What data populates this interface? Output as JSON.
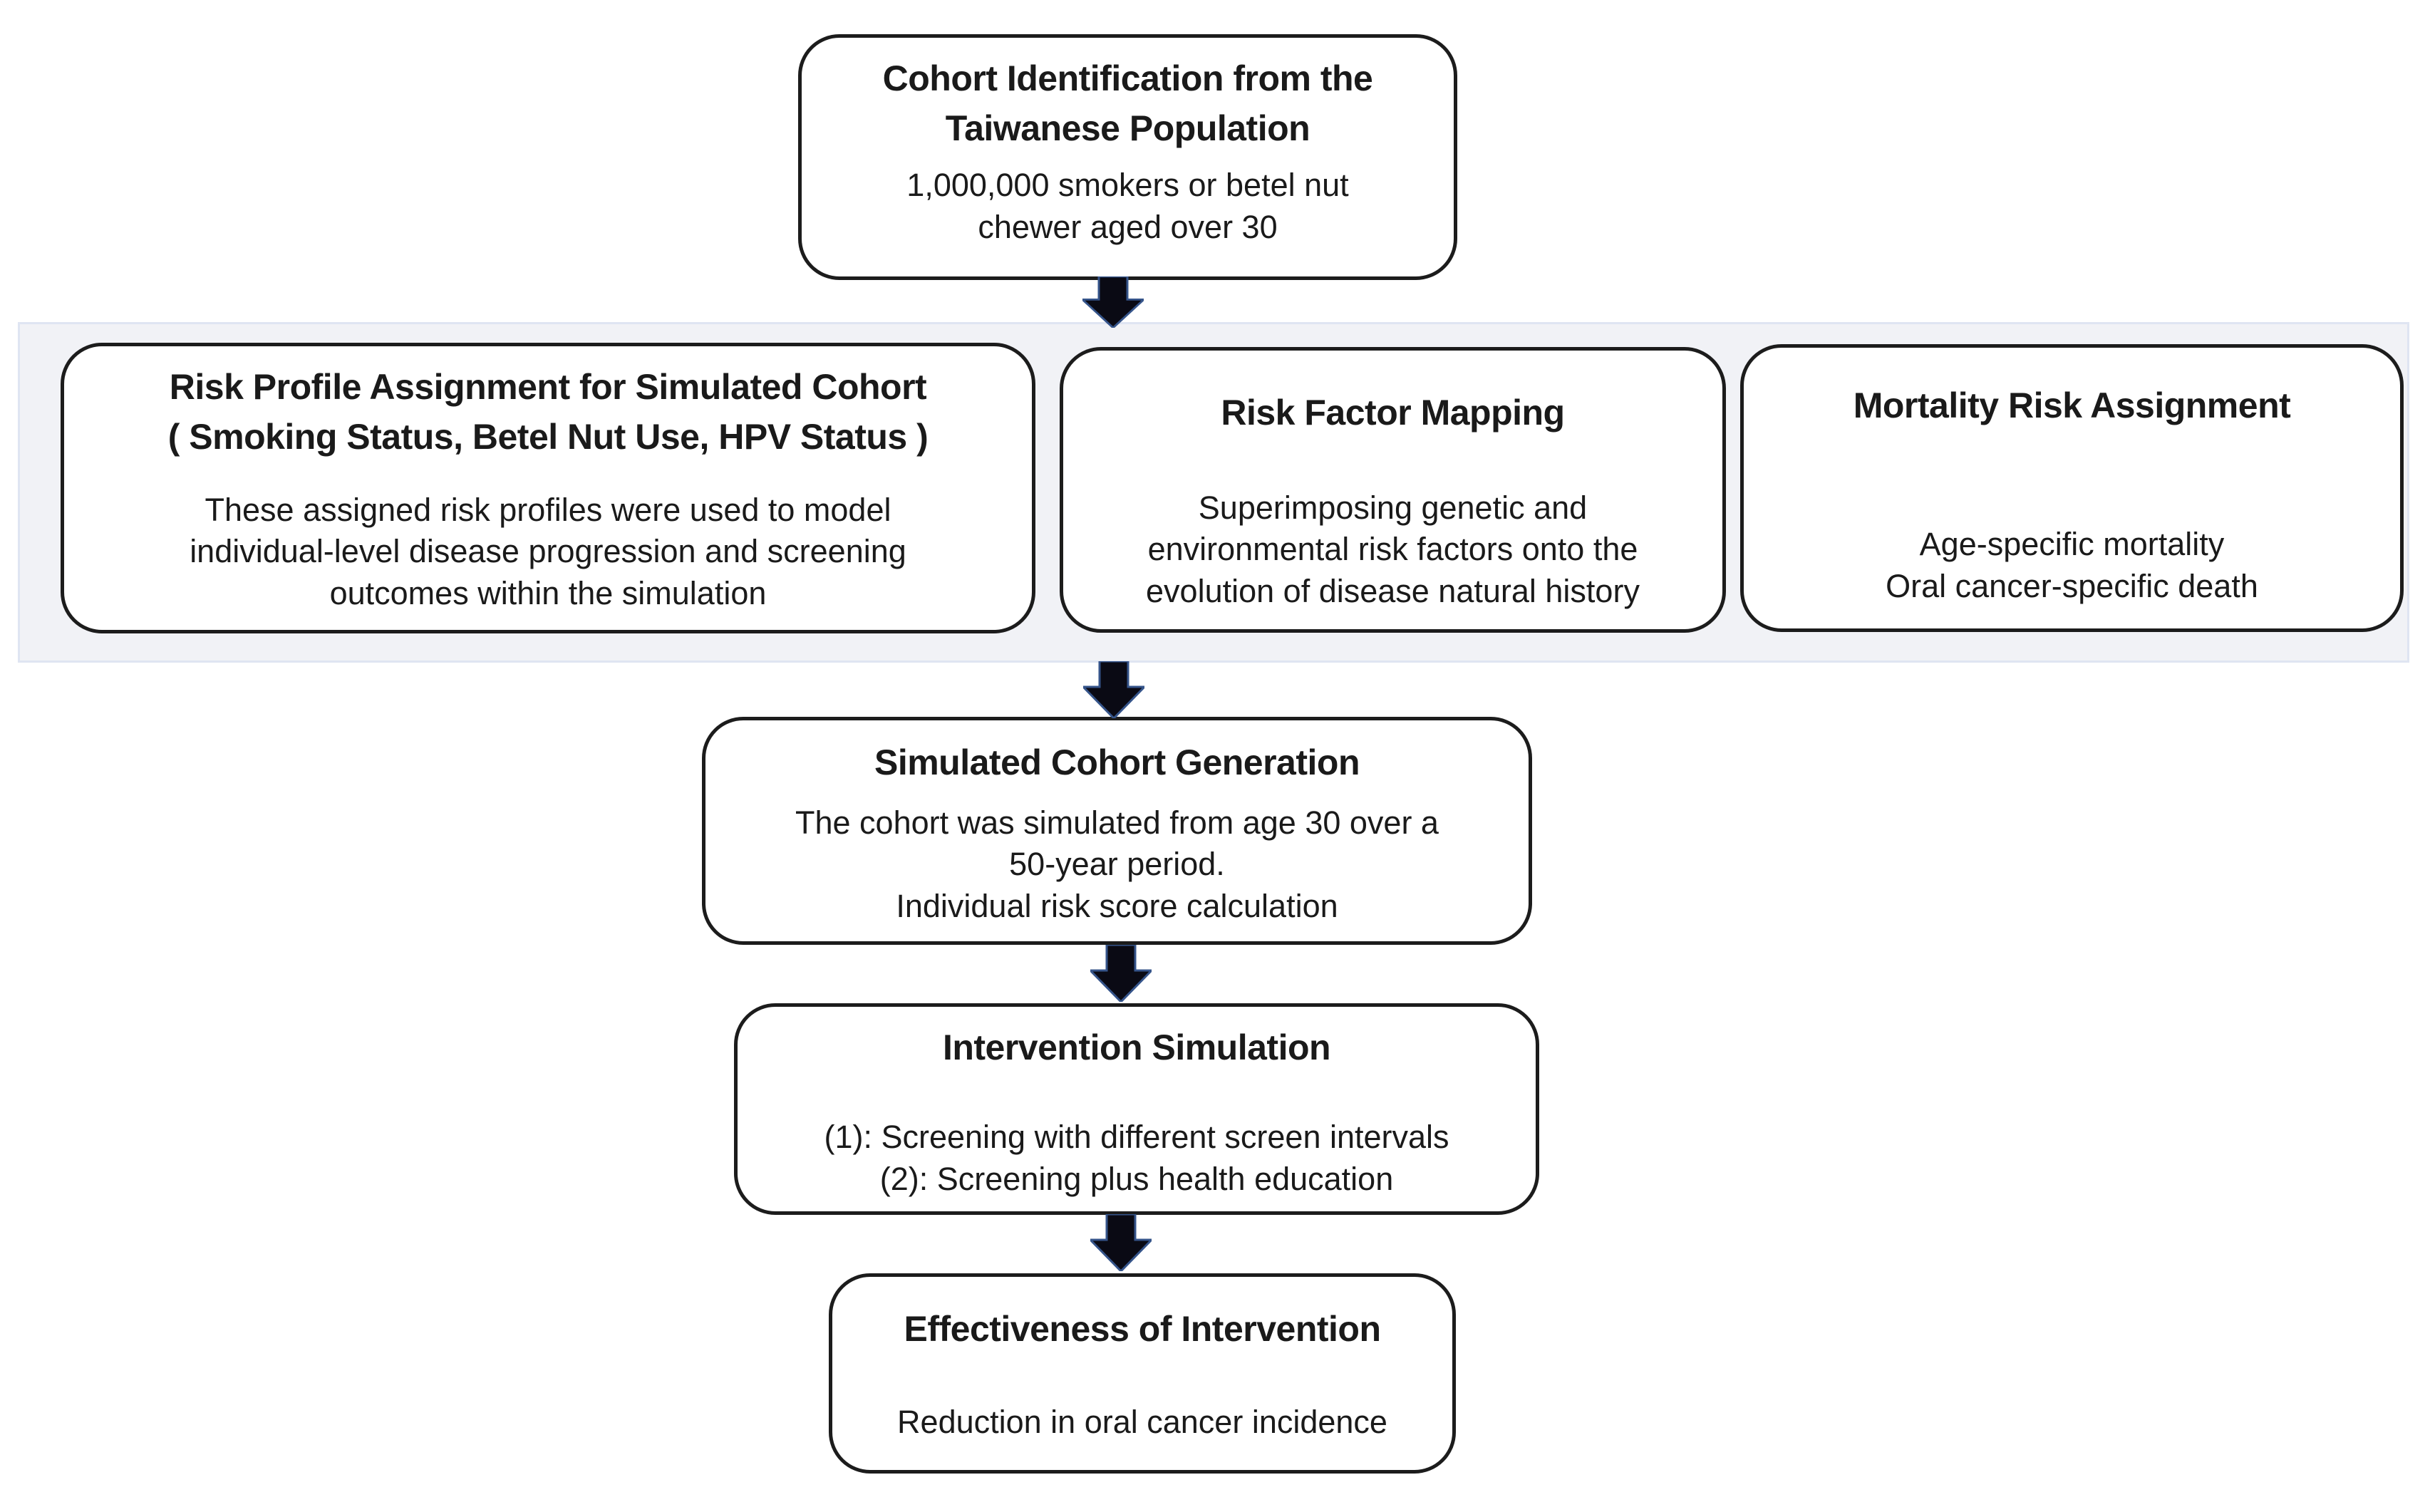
{
  "flow": {
    "cohort_identification": {
      "title": "Cohort Identification from the\nTaiwanese Population",
      "body": "1,000,000 smokers or betel nut\nchewer aged over 30"
    },
    "band": {
      "risk_profile": {
        "title": "Risk Profile Assignment for Simulated Cohort\n( Smoking Status, Betel Nut Use, HPV Status )",
        "body": "These assigned risk profiles were used to model\nindividual-level disease progression and screening\noutcomes within the simulation"
      },
      "risk_factor_mapping": {
        "title": "Risk Factor Mapping",
        "body": "Superimposing genetic and\nenvironmental risk factors onto the\nevolution of disease natural history"
      },
      "mortality_risk": {
        "title": "Mortality Risk Assignment",
        "body": "Age-specific mortality\nOral cancer-specific death"
      }
    },
    "simulated_cohort": {
      "title": "Simulated Cohort Generation",
      "body": "The cohort was simulated from age 30 over a\n50-year period.\nIndividual risk score calculation"
    },
    "intervention_simulation": {
      "title": "Intervention Simulation",
      "body": "(1): Screening with different screen intervals\n(2): Screening plus health education"
    },
    "effectiveness": {
      "title": "Effectiveness of Intervention",
      "body": "Reduction in oral cancer incidence"
    }
  },
  "colors": {
    "arrow_fill": "#0a0a14",
    "arrow_outline": "#35548a",
    "box_border": "#1c1c1c",
    "band_background": "#f1f2f6",
    "band_border": "#dfe5f2",
    "page_background": "#ffffff"
  }
}
